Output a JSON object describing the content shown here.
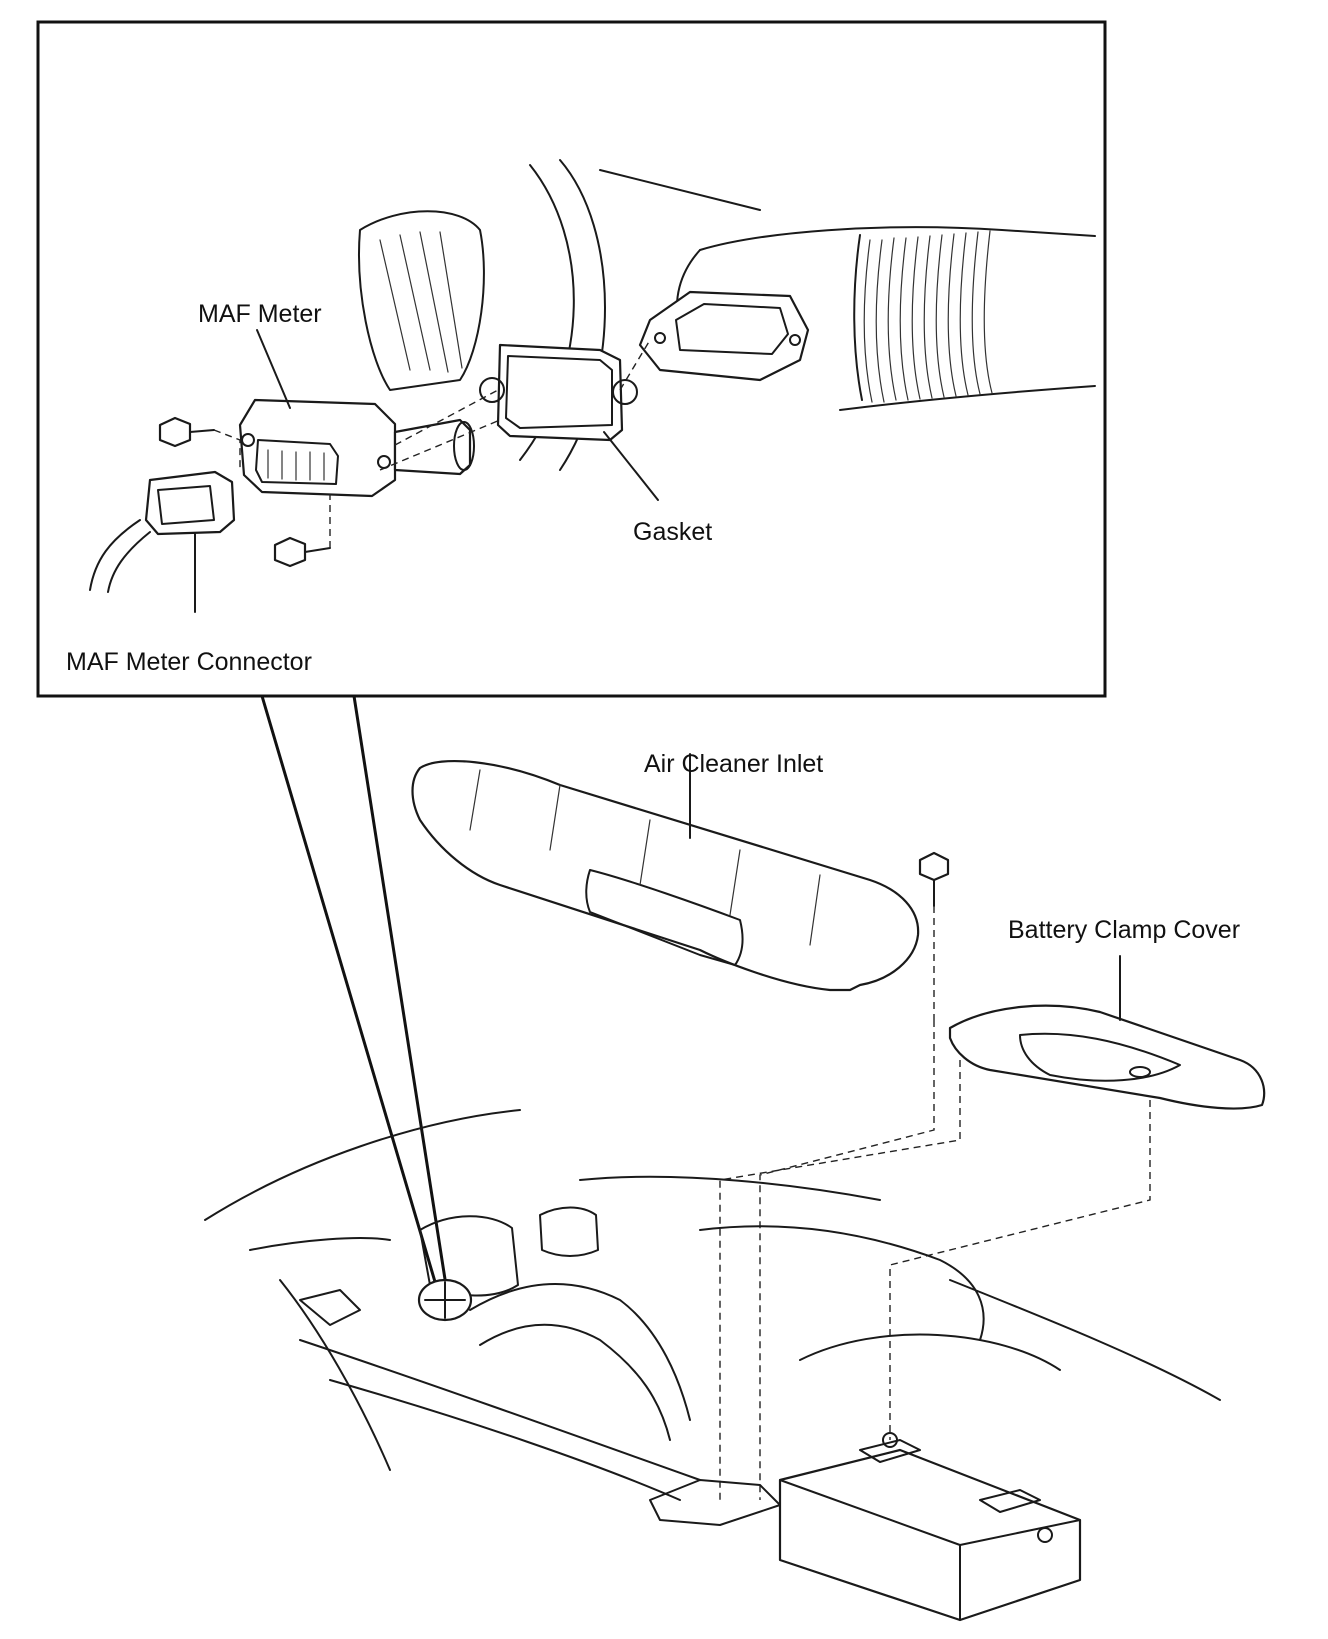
{
  "labels": {
    "maf_meter": "MAF Meter",
    "gasket": "Gasket",
    "maf_meter_connector": "MAF Meter Connector",
    "air_cleaner_inlet": "Air Cleaner Inlet",
    "battery_clamp_cover": "Battery Clamp Cover"
  }
}
